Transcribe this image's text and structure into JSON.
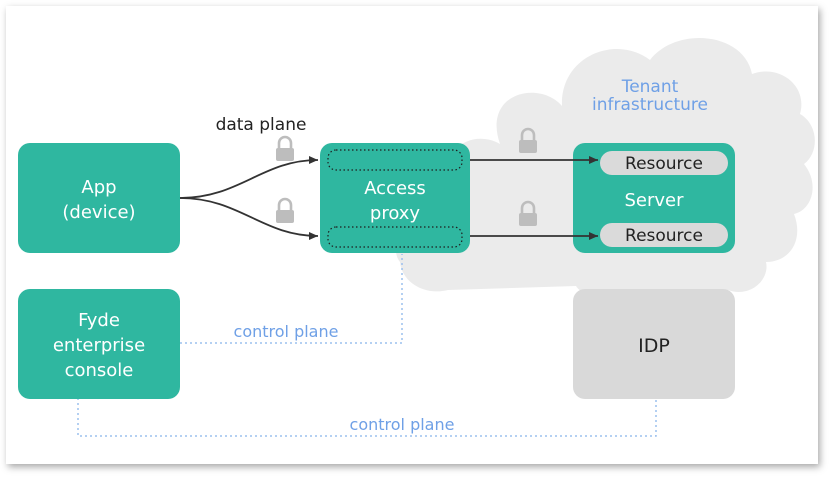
{
  "colors": {
    "teal": "#2fb7a0",
    "teal_dark": "#1f8c7a",
    "cloud": "#ebebeb",
    "idp_fill": "#d9d9d9",
    "pill_fill": "#dadada",
    "blue_text": "#6fa0e6",
    "dotted_line": "#9cc0ee",
    "arrow": "#333333",
    "lock": "#bdbdbd"
  },
  "icons": {
    "lock": "lock-icon"
  },
  "labels": {
    "tenant_line1": "Tenant",
    "tenant_line2": "infrastructure",
    "data_plane": "data plane",
    "control_plane_top": "control plane",
    "control_plane_bottom": "control plane"
  },
  "nodes": {
    "app_line1": "App",
    "app_line2": "(device)",
    "proxy_line1": "Access",
    "proxy_line2": "proxy",
    "server": "Server",
    "resource_top": "Resource",
    "resource_bottom": "Resource",
    "console_line1": "Fyde",
    "console_line2": "enterprise",
    "console_line3": "console",
    "idp": "IDP"
  }
}
